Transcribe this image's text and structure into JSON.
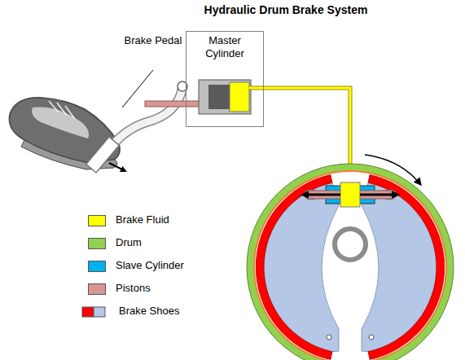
{
  "diagram": {
    "title": "Hydraulic Drum Brake System",
    "nodes": [
      {
        "text": [
          "Master Cylinder"
        ]
      }
    ],
    "labels": [
      "Brake Pedal"
    ],
    "legend": [
      {
        "text": "Brake Fluid",
        "color": "#ffff00"
      },
      {
        "text": "Drum",
        "color": "#92d050"
      },
      {
        "text": "Slave Cylinder",
        "color": "#00b0f0"
      },
      {
        "text": "Pistons",
        "color": "#d99694"
      },
      {
        "text": "Brake Shoes"
      }
    ]
  }
}
